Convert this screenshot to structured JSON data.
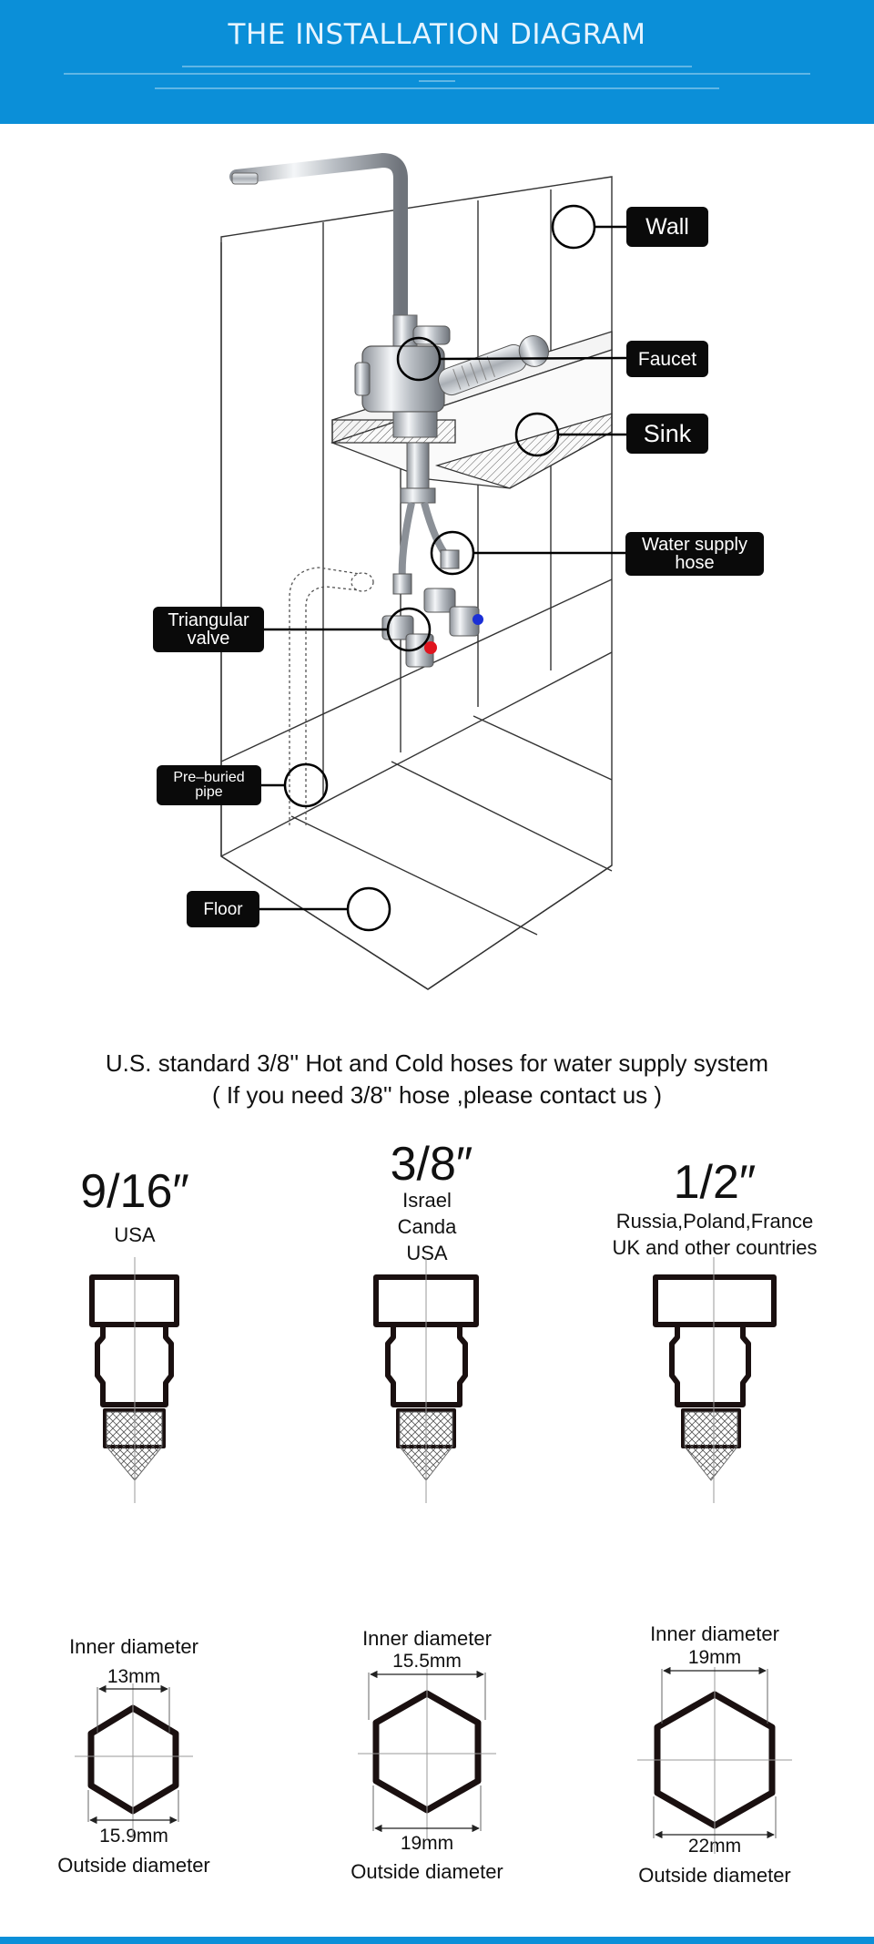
{
  "banner": {
    "title": "THE INSTALLATION DIAGRAM",
    "color": "#0b8fd8"
  },
  "labels": {
    "wall": "Wall",
    "faucet": "Faucet",
    "sink": "Sink",
    "water_supply_hose_1": "Water supply",
    "water_supply_hose_2": "hose",
    "triangular_valve_1": "Triangular",
    "triangular_valve_2": "valve",
    "pre_buried_pipe_1": "Pre–buried",
    "pre_buried_pipe_2": "pipe",
    "floor": "Floor"
  },
  "intro": {
    "line1": "U.S. standard 3/8'' Hot and Cold hoses for water supply system",
    "line2": "( If you need 3/8'' hose ,please contact us )"
  },
  "standards": [
    {
      "size": "9/16″",
      "regions": [
        "USA"
      ]
    },
    {
      "size": "3/8″",
      "regions": [
        "Israel",
        "Canda",
        "USA"
      ]
    },
    {
      "size": "1/2″",
      "regions": [
        "Russia,Poland,France",
        "UK and other countries"
      ]
    }
  ],
  "diameters": [
    {
      "inner_label": "Inner diameter",
      "inner": "13mm",
      "outer": "15.9mm",
      "outer_label": "Outside diameter"
    },
    {
      "inner_label": "Inner diameter",
      "inner": "15.5mm",
      "outer": "19mm",
      "outer_label": "Outside diameter"
    },
    {
      "inner_label": "Inner diameter",
      "inner": "19mm",
      "outer": "22mm",
      "outer_label": "Outside diameter"
    }
  ],
  "colors": {
    "hot": "#e0141e",
    "cold": "#1b2fd6",
    "label_bg": "#0a0a0a"
  }
}
